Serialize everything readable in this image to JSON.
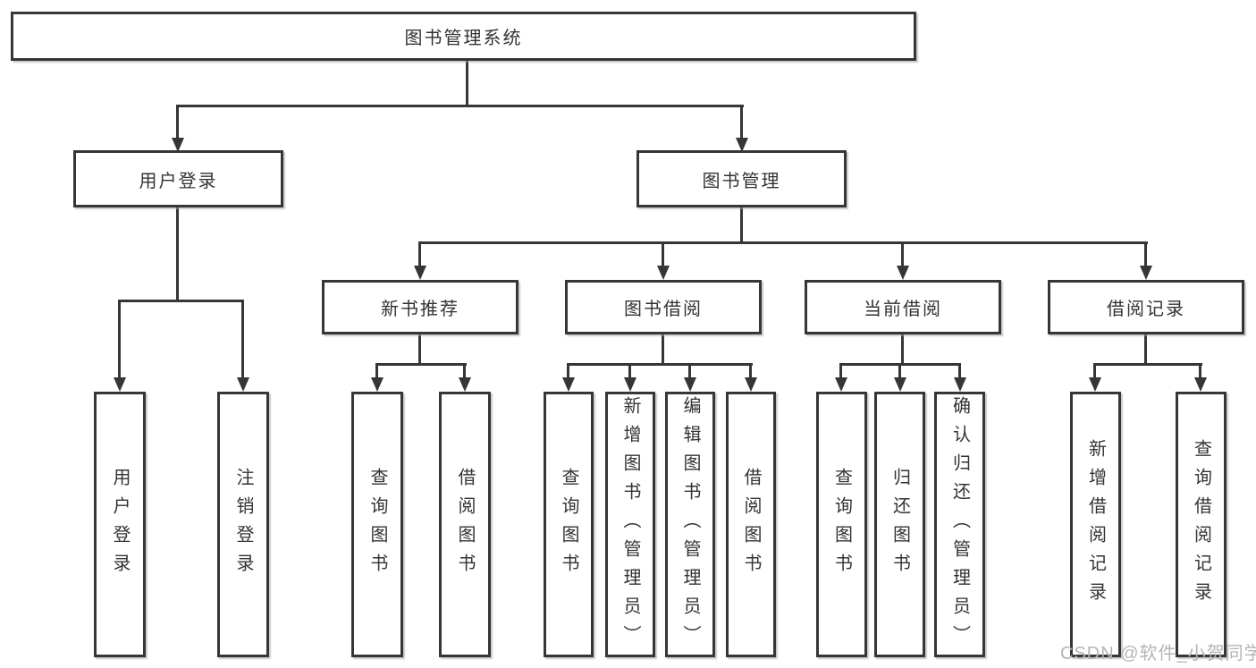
{
  "colors": {
    "line": "#363636",
    "text": "#333333",
    "background": "#ffffff",
    "watermark": "#b5b5b5"
  },
  "watermark": {
    "text": "CSDN @软件_小贺同学"
  },
  "tree": {
    "root": {
      "label": "图书管理系统",
      "children": [
        {
          "label": "用户登录",
          "children": [
            {
              "label": "用户登录"
            },
            {
              "label": "注销登录"
            }
          ]
        },
        {
          "label": "图书管理",
          "children": [
            {
              "label": "新书推荐",
              "children": [
                {
                  "label": "查询图书"
                },
                {
                  "label": "借阅图书"
                }
              ]
            },
            {
              "label": "图书借阅",
              "children": [
                {
                  "label": "查询图书"
                },
                {
                  "label": "新增图书（管理员）"
                },
                {
                  "label": "编辑图书（管理员）"
                },
                {
                  "label": "借阅图书"
                }
              ]
            },
            {
              "label": "当前借阅",
              "children": [
                {
                  "label": "查询图书"
                },
                {
                  "label": "归还图书"
                },
                {
                  "label": "确认归还（管理员）"
                }
              ]
            },
            {
              "label": "借阅记录",
              "children": [
                {
                  "label": "新增借阅记录"
                },
                {
                  "label": "查询借阅记录"
                }
              ]
            }
          ]
        }
      ]
    }
  }
}
